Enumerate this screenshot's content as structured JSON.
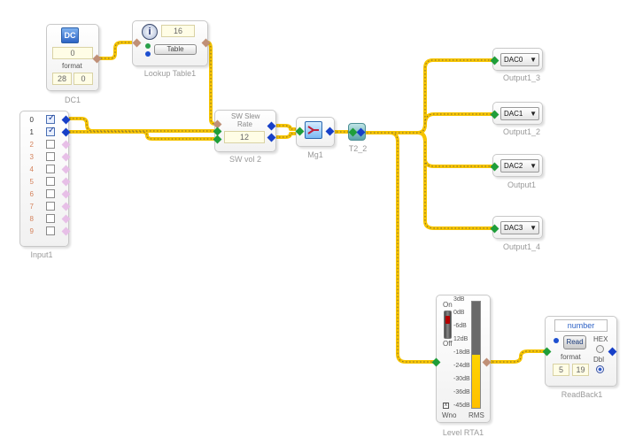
{
  "blocks": {
    "dc1": {
      "caption": "DC1",
      "icon": "dc-source-icon",
      "icon_text": "DC",
      "value": "0",
      "format_label": "format",
      "format_a": "28",
      "format_b": "0"
    },
    "lookup": {
      "caption": "Lookup Table1",
      "icon": "info-icon",
      "value": "16",
      "table_button": "Table"
    },
    "input1": {
      "caption": "Input1",
      "rows": [
        {
          "n": "0",
          "checked": true
        },
        {
          "n": "1",
          "checked": true
        },
        {
          "n": "2",
          "checked": false
        },
        {
          "n": "3",
          "checked": false
        },
        {
          "n": "4",
          "checked": false
        },
        {
          "n": "5",
          "checked": false
        },
        {
          "n": "6",
          "checked": false
        },
        {
          "n": "7",
          "checked": false
        },
        {
          "n": "8",
          "checked": false
        },
        {
          "n": "9",
          "checked": false
        }
      ]
    },
    "swvol": {
      "caption": "SW vol 2",
      "label_line1": "SW Slew",
      "label_line2": "Rate",
      "value": "12"
    },
    "mg1": {
      "caption": "Mg1",
      "icon": "merge-icon"
    },
    "t2": {
      "caption": "T2_2",
      "icon": "t-junction-icon"
    },
    "outputs": [
      {
        "caption": "Output1_3",
        "value": "DAC0"
      },
      {
        "caption": "Output1_2",
        "value": "DAC1"
      },
      {
        "caption": "Output1",
        "value": "DAC2"
      },
      {
        "caption": "Output1_4",
        "value": "DAC3"
      }
    ],
    "level": {
      "caption": "Level RTA1",
      "on_label": "On",
      "off_label": "Off",
      "scale": [
        "3dB",
        "0dB",
        "-6dB",
        "12dB",
        "-18dB",
        "-24dB",
        "-30dB",
        "-36dB",
        "-45dB"
      ],
      "wno_label": "Wno",
      "rms_label": "RMS",
      "fill_fraction": 0.5
    },
    "readback": {
      "caption": "ReadBack1",
      "header": "number",
      "read_button": "Read",
      "hex_label": "HEX",
      "dbl_label": "Dbl",
      "format_label": "format",
      "format_a": "5",
      "format_b": "19"
    }
  },
  "colors": {
    "wire": "#f6c400",
    "wire_dash": "#7a6a3a",
    "pin_green": "#1f9e3a",
    "pin_blue": "#1740c8",
    "meter_top": "#6a6a6a",
    "meter_bottom": "#ffb000"
  }
}
